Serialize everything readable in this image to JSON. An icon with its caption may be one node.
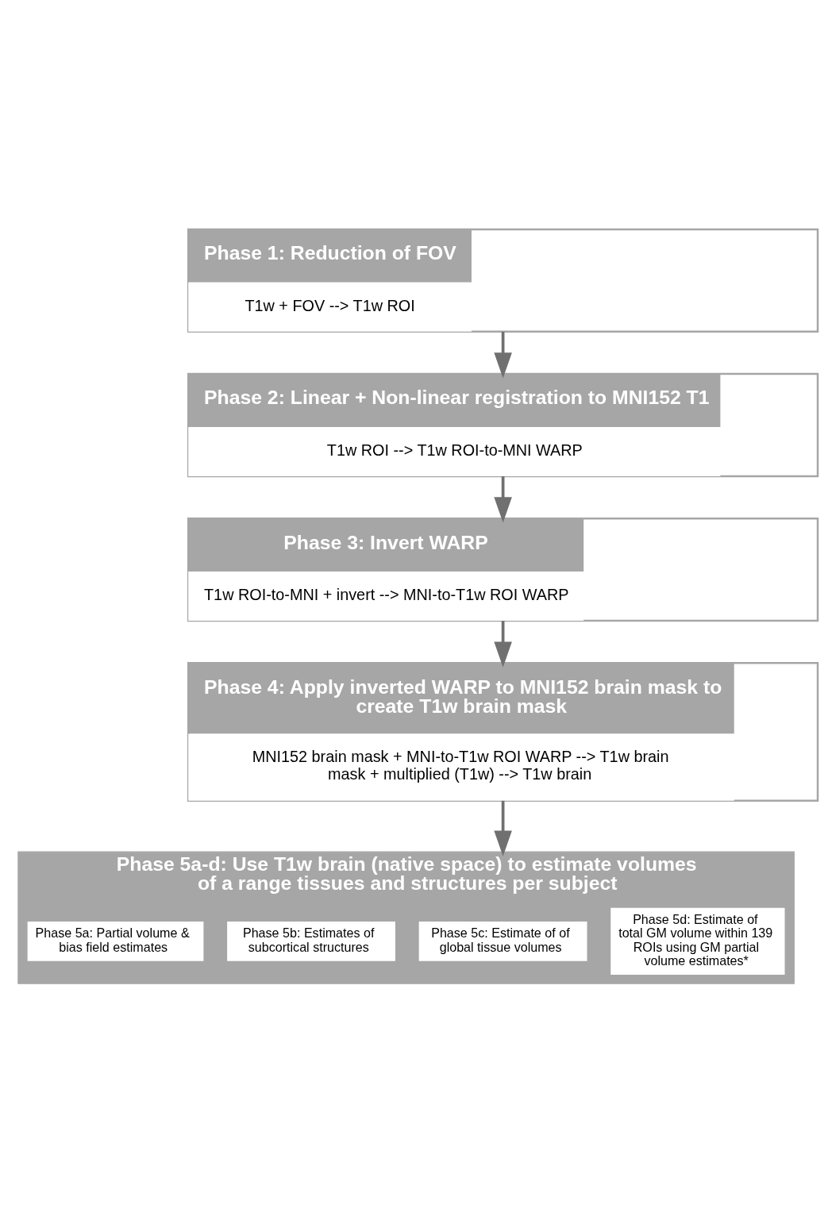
{
  "diagram": {
    "nodes": [
      {
        "text": [
          "Phase 1: Reduction of FOV",
          "T1w + FOV --> T1w ROI"
        ]
      },
      {
        "text": [
          "Phase 2: Linear + Non-linear registration to MNI152 T1",
          "T1w ROI --> T1w ROI-to-MNI WARP"
        ]
      },
      {
        "text": [
          "Phase 3: Invert WARP",
          "T1w ROI-to-MNI + invert --> MNI-to-T1w ROI WARP"
        ]
      },
      {
        "text": [
          "Phase 4: Apply inverted WARP to MNI152 brain mask to create T1w brain mask",
          "MNI152 brain mask + MNI-to-T1w ROI WARP --> T1w brain mask + multiplied (T1w) --> T1w brain"
        ]
      },
      {
        "text": [
          "Phase 5a-d: Use T1w brain (native space) to estimate volumes of a range tissues and structures per subject"
        ]
      },
      {
        "text": [
          "Phase 5a: Partial volume & bias field estimates"
        ],
        "in": 4
      },
      {
        "text": [
          "Phase 5b: Estimates of subcortical structures"
        ],
        "in": 4
      },
      {
        "text": [
          "Phase 5c: Estimate of of global tissue volumes"
        ],
        "in": 4
      },
      {
        "text": [
          "Phase 5d: Estimate of total GM volume within 139 ROIs using GM partial volume estimates*"
        ],
        "in": 4
      }
    ],
    "edges": [
      {
        "from": 0,
        "to": 1,
        "arrow": "to"
      },
      {
        "from": 1,
        "to": 2,
        "arrow": "to"
      },
      {
        "from": 2,
        "to": 3,
        "arrow": "to"
      },
      {
        "from": 3,
        "to": 4,
        "arrow": "to"
      }
    ]
  }
}
